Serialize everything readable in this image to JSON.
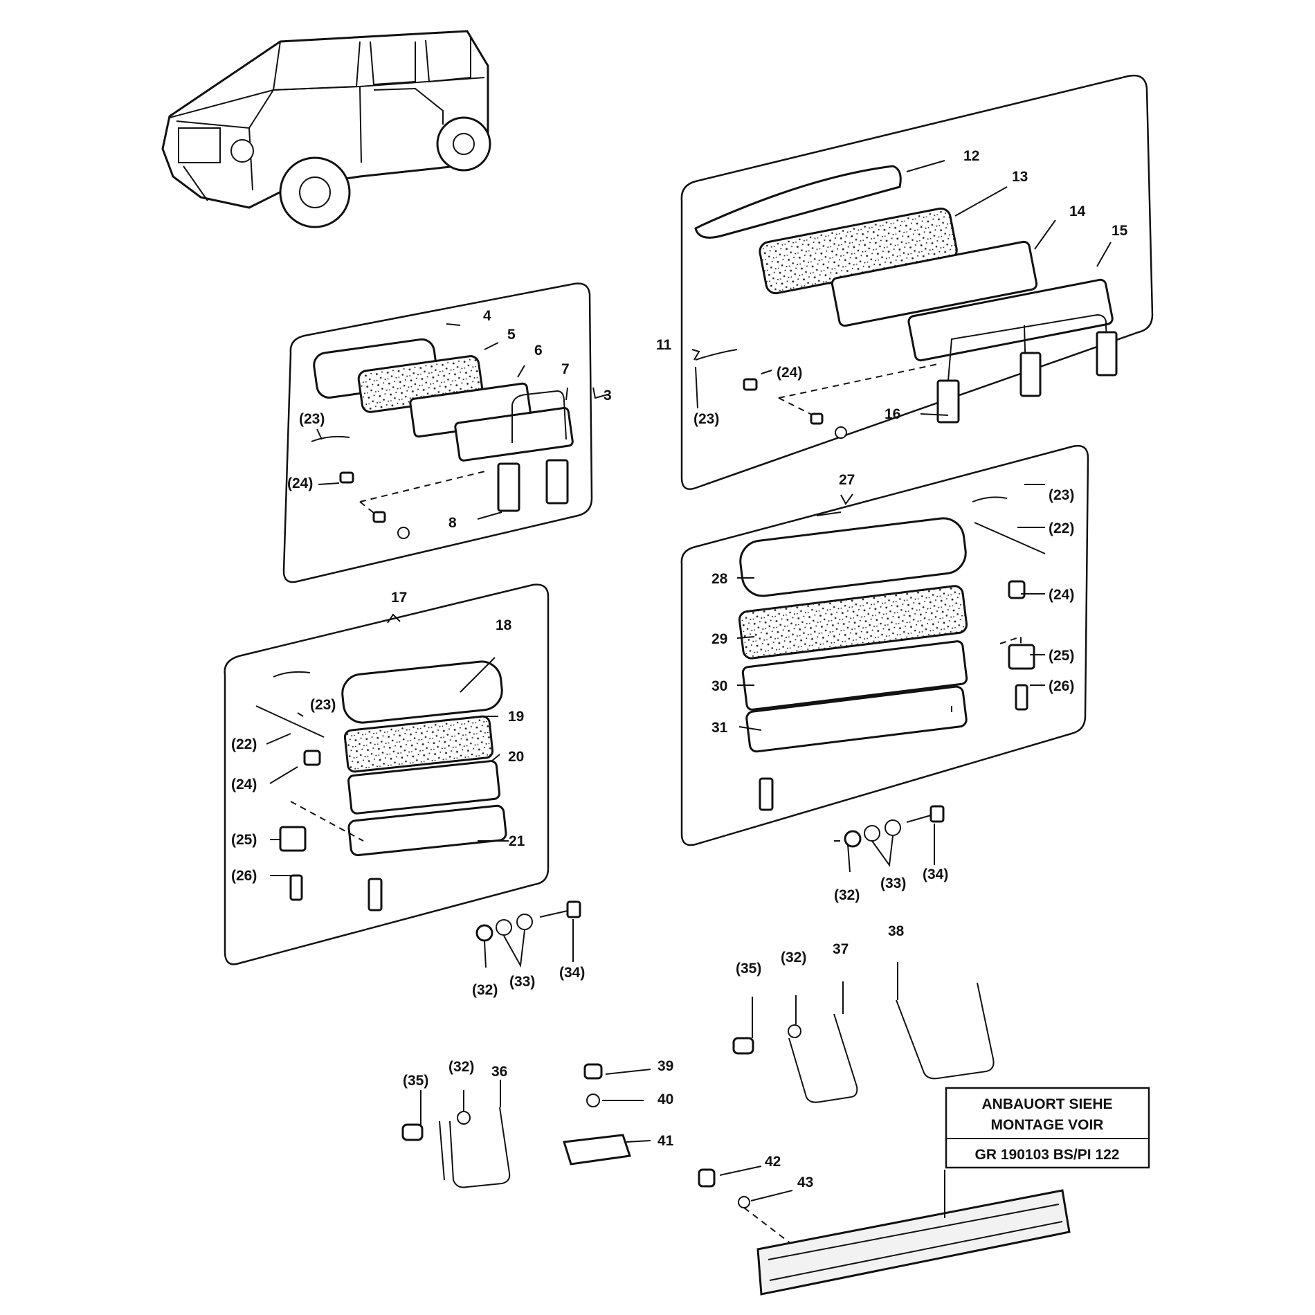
{
  "diagram": {
    "labels": {
      "l3": "3",
      "l4": "4",
      "l5": "5",
      "l6": "6",
      "l7": "7",
      "l8": "8",
      "l11": "11",
      "l12": "12",
      "l13": "13",
      "l14": "14",
      "l15": "15",
      "l16": "16",
      "l17": "17",
      "l18": "18",
      "l19": "19",
      "l20": "20",
      "l21": "21",
      "l27": "27",
      "l28": "28",
      "l29": "29",
      "l30": "30",
      "l31": "31",
      "l36": "36",
      "l37": "37",
      "l38": "38",
      "l39": "39",
      "l40": "40",
      "l41": "41",
      "l42": "42",
      "l43": "43"
    },
    "refs": {
      "r22": "(22)",
      "r23": "(23)",
      "r24": "(24)",
      "r25": "(25)",
      "r26": "(26)",
      "r32": "(32)",
      "r33": "(33)",
      "r34": "(34)",
      "r35": "(35)"
    },
    "note": {
      "line1": "ANBAUORT SIEHE",
      "line2": "MONTAGE VOIR",
      "line3": "GR  190103 BS/PI  122"
    }
  }
}
